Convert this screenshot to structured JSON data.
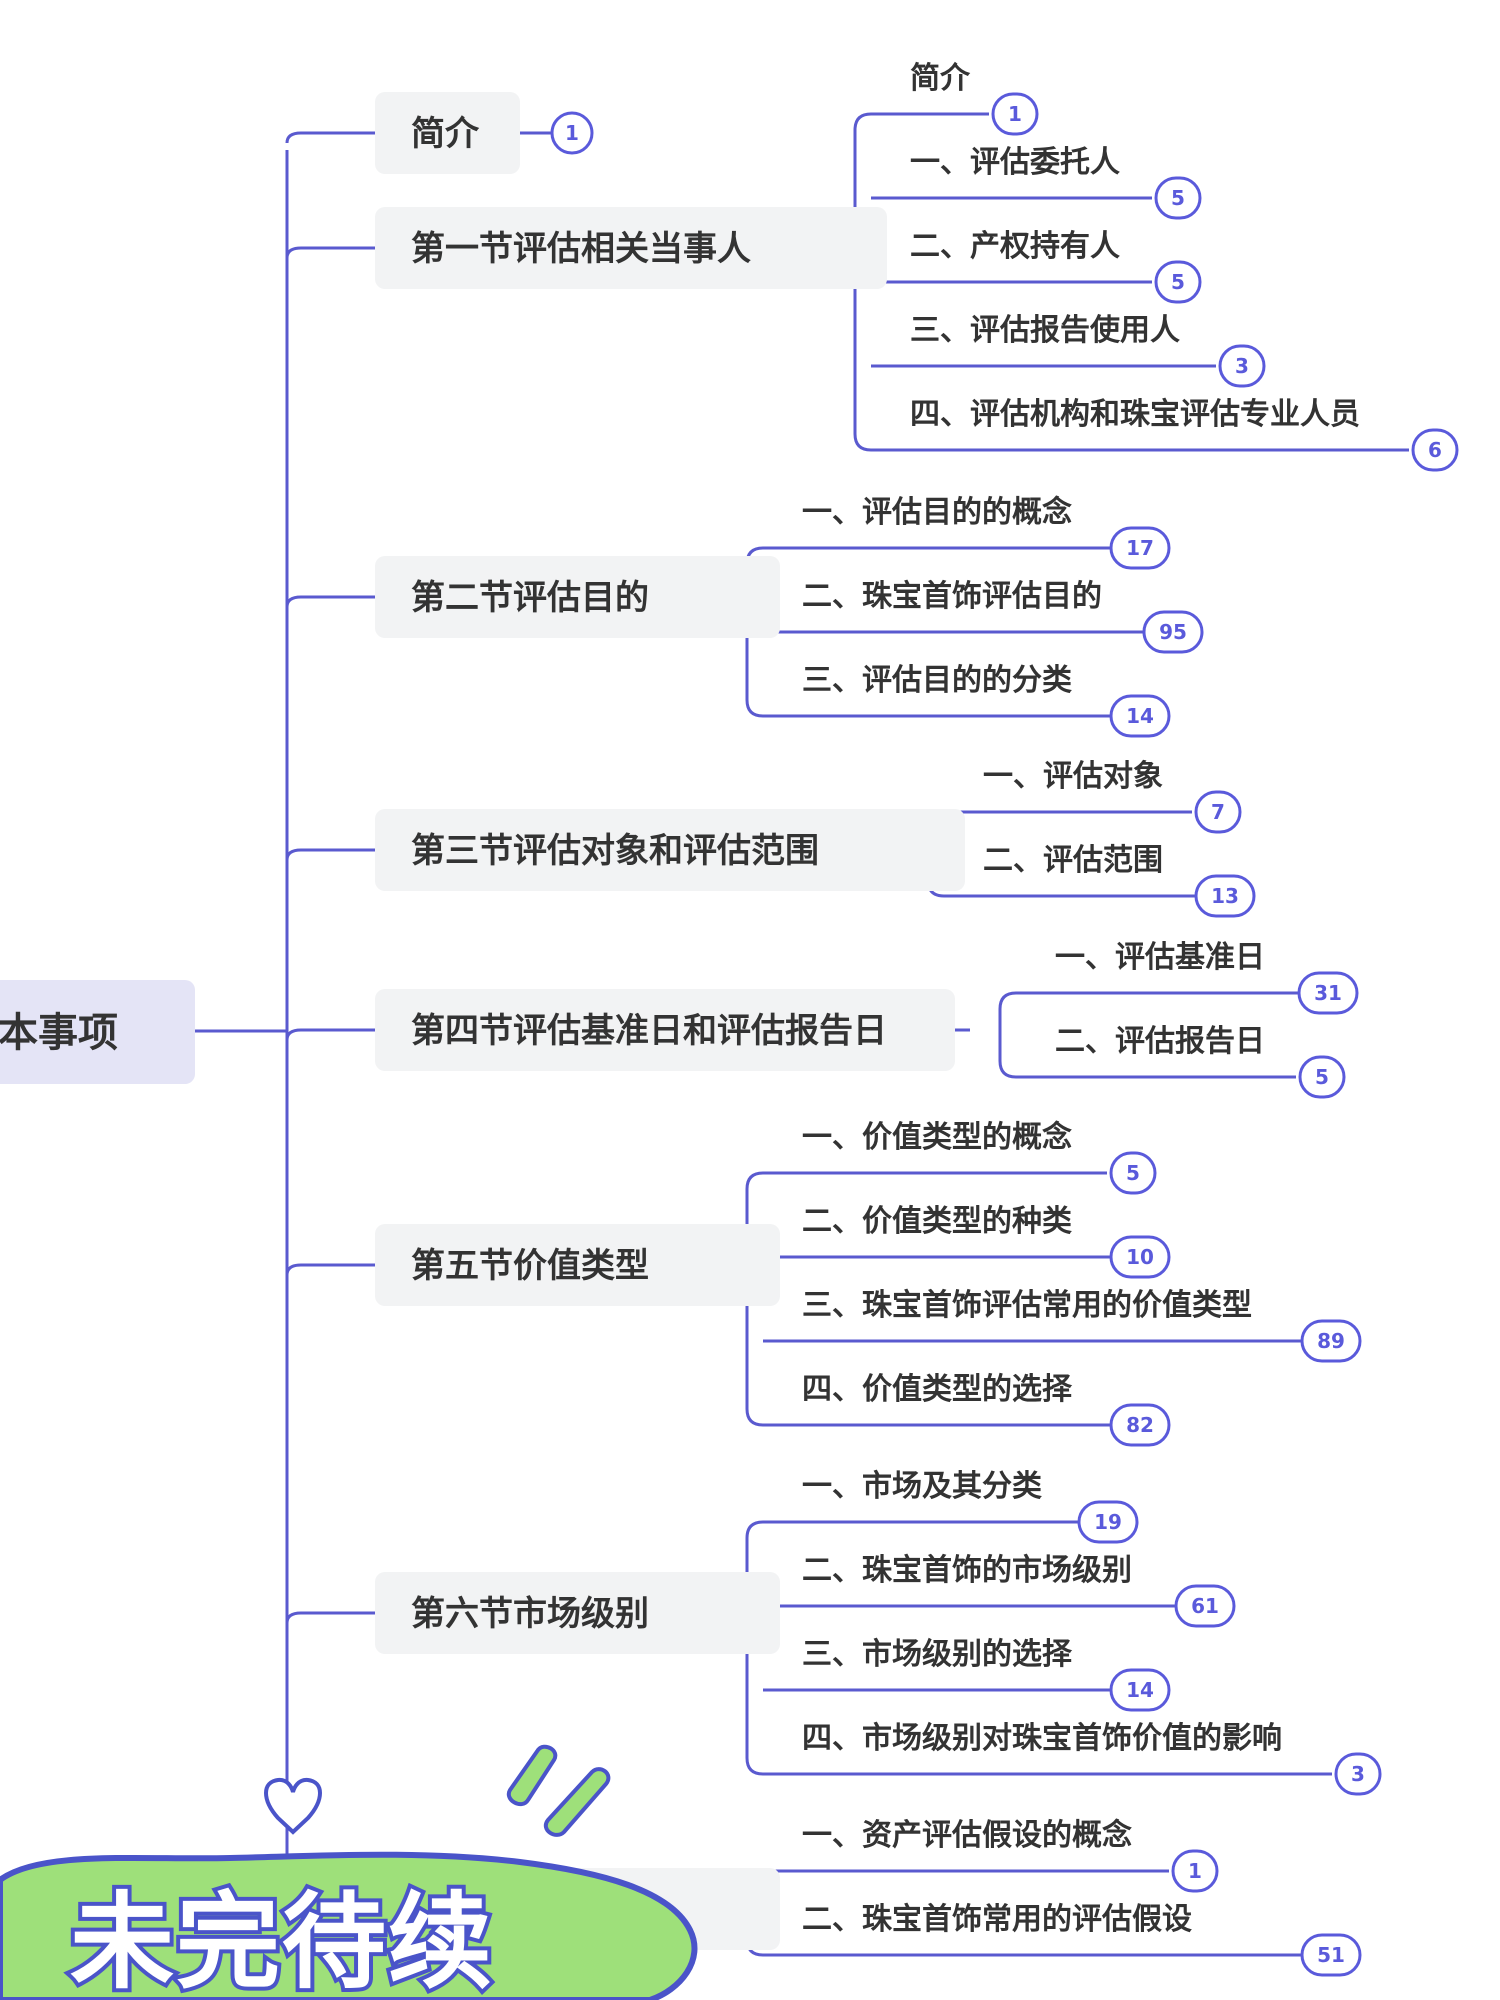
{
  "colors": {
    "line": "#5a5acf",
    "node_bg": "#f2f3f4",
    "root_bg": "#e4e4f6",
    "text": "#333333",
    "badge_stroke": "#5a5adb",
    "banner_green": "#9ee07a",
    "banner_outline": "#4a54c9"
  },
  "root": {
    "label": "本事项"
  },
  "sections": [
    {
      "label": "简介",
      "count": "1",
      "children": []
    },
    {
      "label": "第一节评估相关当事人",
      "children": [
        {
          "label": "简介",
          "count": "1"
        },
        {
          "label": "一、评估委托人",
          "count": "5"
        },
        {
          "label": "二、产权持有人",
          "count": "5"
        },
        {
          "label": "三、评估报告使用人",
          "count": "3"
        },
        {
          "label": "四、评估机构和珠宝评估专业人员",
          "count": "6"
        }
      ]
    },
    {
      "label": "第二节评估目的",
      "children": [
        {
          "label": "一、评估目的的概念",
          "count": "17"
        },
        {
          "label": "二、珠宝首饰评估目的",
          "count": "95"
        },
        {
          "label": "三、评估目的的分类",
          "count": "14"
        }
      ]
    },
    {
      "label": "第三节评估对象和评估范围",
      "children": [
        {
          "label": "一、评估对象",
          "count": "7"
        },
        {
          "label": "二、评估范围",
          "count": "13"
        }
      ]
    },
    {
      "label": "第四节评估基准日和评估报告日",
      "children": [
        {
          "label": "一、评估基准日",
          "count": "31"
        },
        {
          "label": "二、评估报告日",
          "count": "5"
        }
      ]
    },
    {
      "label": "第五节价值类型",
      "children": [
        {
          "label": "一、价值类型的概念",
          "count": "5"
        },
        {
          "label": "二、价值类型的种类",
          "count": "10"
        },
        {
          "label": "三、珠宝首饰评估常用的价值类型",
          "count": "89"
        },
        {
          "label": "四、价值类型的选择",
          "count": "82"
        }
      ]
    },
    {
      "label": "第六节市场级别",
      "children": [
        {
          "label": "一、市场及其分类",
          "count": "19"
        },
        {
          "label": "二、珠宝首饰的市场级别",
          "count": "61"
        },
        {
          "label": "三、市场级别的选择",
          "count": "14"
        },
        {
          "label": "四、市场级别对珠宝首饰价值的影响",
          "count": "3"
        }
      ]
    },
    {
      "label": "",
      "children": [
        {
          "label": "一、资产评估假设的概念",
          "count": "1"
        },
        {
          "label": "二、珠宝首饰常用的评估假设",
          "count": "51"
        }
      ]
    }
  ],
  "banner": {
    "text": "未完待续"
  },
  "icons": [
    "heart-icon",
    "sparkle-icon"
  ]
}
